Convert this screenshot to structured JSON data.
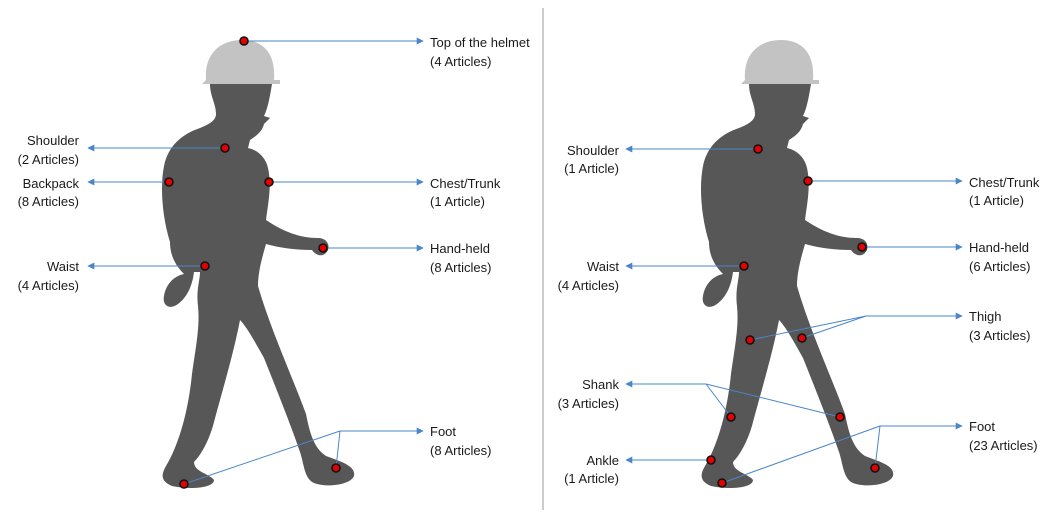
{
  "panels": [
    {
      "id": "left",
      "labels": [
        {
          "key": "helmet",
          "name": "Top of the helmet",
          "count": "(4 Articles)"
        },
        {
          "key": "shoulder",
          "name": "Shoulder",
          "count": "(2 Articles)"
        },
        {
          "key": "backpack",
          "name": "Backpack",
          "count": "(8 Articles)"
        },
        {
          "key": "chest",
          "name": "Chest/Trunk",
          "count": "(1 Article)"
        },
        {
          "key": "handheld",
          "name": "Hand-held",
          "count": "(8 Articles)"
        },
        {
          "key": "waist",
          "name": "Waist",
          "count": "(4 Articles)"
        },
        {
          "key": "foot",
          "name": "Foot",
          "count": "(8 Articles)"
        }
      ]
    },
    {
      "id": "right",
      "labels": [
        {
          "key": "shoulder",
          "name": "Shoulder",
          "count": "(1 Article)"
        },
        {
          "key": "chest",
          "name": "Chest/Trunk",
          "count": "(1 Article)"
        },
        {
          "key": "handheld",
          "name": "Hand-held",
          "count": "(6 Articles)"
        },
        {
          "key": "waist",
          "name": "Waist",
          "count": "(4 Articles)"
        },
        {
          "key": "thigh",
          "name": "Thigh",
          "count": "(3 Articles)"
        },
        {
          "key": "shank",
          "name": "Shank",
          "count": "(3 Articles)"
        },
        {
          "key": "ankle",
          "name": "Ankle",
          "count": "(1 Article)"
        },
        {
          "key": "foot",
          "name": "Foot",
          "count": "(23 Articles)"
        }
      ]
    }
  ],
  "colors": {
    "silhouette": "#575757",
    "helmet": "#c3c3c3",
    "leader_line": "#4a86c8",
    "marker_fill": "#e60000",
    "marker_outline": "#111111",
    "divider": "#999999"
  }
}
